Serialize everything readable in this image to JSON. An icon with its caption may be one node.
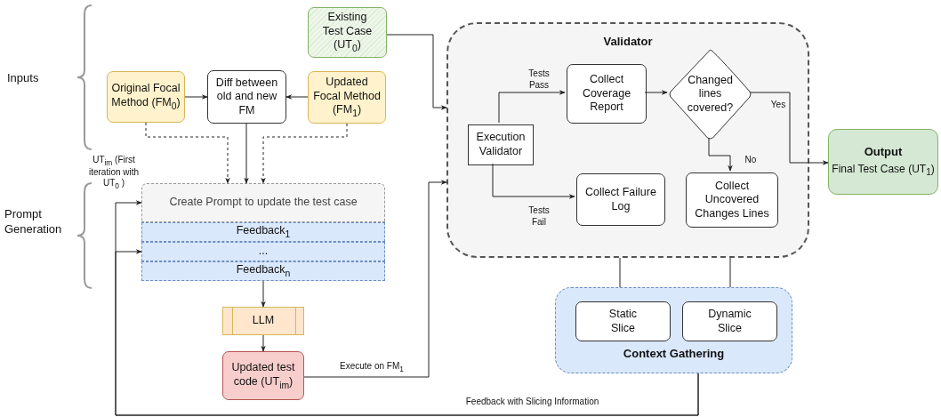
{
  "diagram": {
    "nodes": [
      {
        "text": [
          "Existing Test Case (UT$_{0}$)"
        ]
      },
      {
        "text": [
          "Original Focal Method (FM$_{0}$)"
        ]
      },
      {
        "text": [
          "Diff between old and new FM"
        ]
      },
      {
        "text": [
          "Updated Focal Method (FM$_{1}$)"
        ]
      },
      {
        "text": [
          "Create Prompt to update the test case"
        ]
      },
      {
        "text": [
          "Feedback$_{1}$"
        ]
      },
      {
        "text": [
          "..."
        ]
      },
      {
        "text": [
          "Feedback$_{n}$"
        ]
      },
      {
        "text": [
          "LLM"
        ]
      },
      {
        "text": [
          "Updated test code (UT$_{im}$)"
        ]
      },
      {
        "text": [
          "Validator"
        ]
      },
      {
        "text": [
          "Execution Validator"
        ],
        "in": 10
      },
      {
        "text": [
          "Collect Coverage Report"
        ],
        "in": 10
      },
      {
        "text": [
          "Changed lines covered?"
        ],
        "in": 10
      },
      {
        "text": [
          "Collect Failure Log"
        ],
        "in": 10
      },
      {
        "text": [
          "Collect Uncovered Changes Lines"
        ],
        "in": 10
      },
      {
        "text": [
          "Output",
          "Final Test Case (UT$_{1}$)"
        ]
      },
      {
        "text": [
          "Context Gathering"
        ]
      },
      {
        "text": [
          "Static Slice"
        ],
        "in": 17
      },
      {
        "text": [
          "Dynamic Slice"
        ],
        "in": 17
      }
    ],
    "edges": [
      {
        "from": 0,
        "to": 10,
        "arrow": "to"
      },
      {
        "from": 1,
        "to": 2,
        "arrow": "to"
      },
      {
        "from": 3,
        "to": 2,
        "arrow": "to"
      },
      {
        "from": 1,
        "to": 4,
        "arrow": "to",
        "style": "dashed"
      },
      {
        "from": 2,
        "to": 4,
        "arrow": "to"
      },
      {
        "from": 3,
        "to": 4,
        "arrow": "to",
        "style": "dashed"
      },
      {
        "from": 7,
        "to": 8,
        "arrow": "to"
      },
      {
        "from": 8,
        "to": 9,
        "arrow": "to"
      },
      {
        "from": 9,
        "to": 10,
        "arrow": "to",
        "label": "Execute on FM$_{1}$"
      },
      {
        "from": 11,
        "to": 12,
        "arrow": "to",
        "label": "Tests Pass"
      },
      {
        "from": 11,
        "to": 14,
        "arrow": "to",
        "label": "Tests Fail"
      },
      {
        "from": 12,
        "to": 13,
        "arrow": "to"
      },
      {
        "from": 13,
        "to": 16,
        "arrow": "to",
        "label": "Yes"
      },
      {
        "from": 13,
        "to": 15,
        "arrow": "to",
        "label": "No"
      },
      {
        "from": 10,
        "to": 17,
        "arrow": "none"
      },
      {
        "from": 10,
        "to": 17,
        "arrow": "none"
      },
      {
        "from": 17,
        "to": 4,
        "arrow": "to",
        "label": "Feedback with Slicing Information"
      },
      {
        "from": 17,
        "to": 6,
        "arrow": "to"
      }
    ],
    "labels": [
      "Inputs",
      "Prompt Generation",
      "UT$_{im}$ (First iteration with UT$_{0}$ )"
    ]
  }
}
